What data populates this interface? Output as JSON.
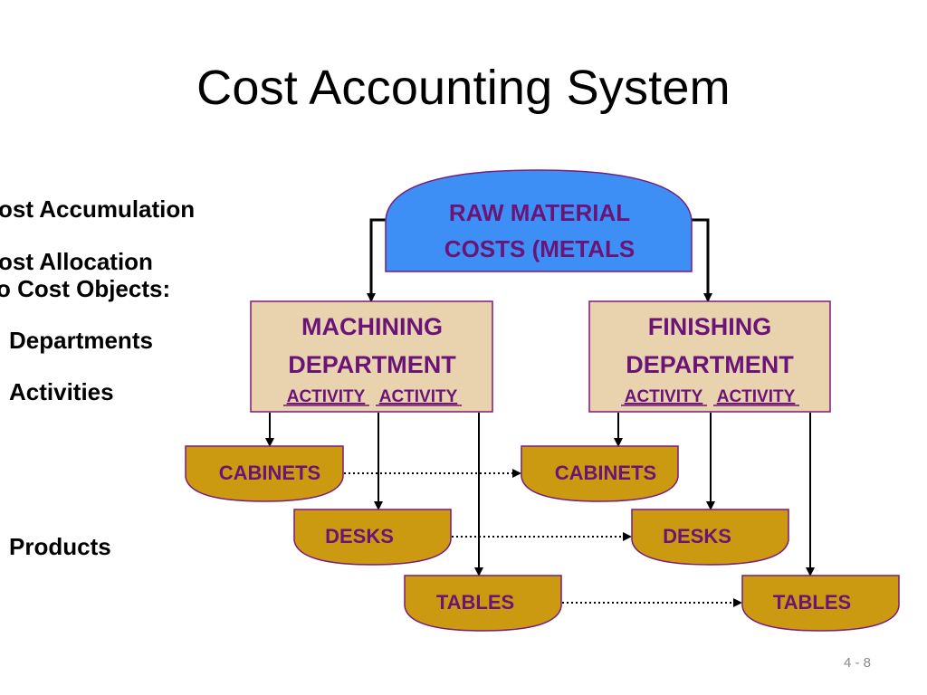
{
  "title": "Cost Accounting System",
  "page_number": "4 - 8",
  "side_labels": {
    "cost_accumulation": "ost Accumulation",
    "cost_allocation_1": "ost Allocation",
    "cost_allocation_2": "o Cost Objects:",
    "departments": "Departments",
    "activities": "Activities",
    "products": "Products"
  },
  "raw_material": {
    "line1": "RAW MATERIAL",
    "line2": "COSTS (METALS"
  },
  "departments": [
    {
      "line1": "MACHINING",
      "line2": "DEPARTMENT",
      "activity1": "ACTIVITY",
      "activity2": "ACTIVITY"
    },
    {
      "line1": "FINISHING",
      "line2": "DEPARTMENT",
      "activity1": "ACTIVITY",
      "activity2": "ACTIVITY"
    }
  ],
  "products": {
    "cabinets": "CABINETS",
    "desks": "DESKS",
    "tables": "TABLES"
  },
  "colors": {
    "raw_fill": "#3d8ff5",
    "dept_fill": "#e8d3ae",
    "product_fill": "#cc9a10",
    "text_purple": "#6b1478",
    "outline": "#7a1a7a"
  }
}
